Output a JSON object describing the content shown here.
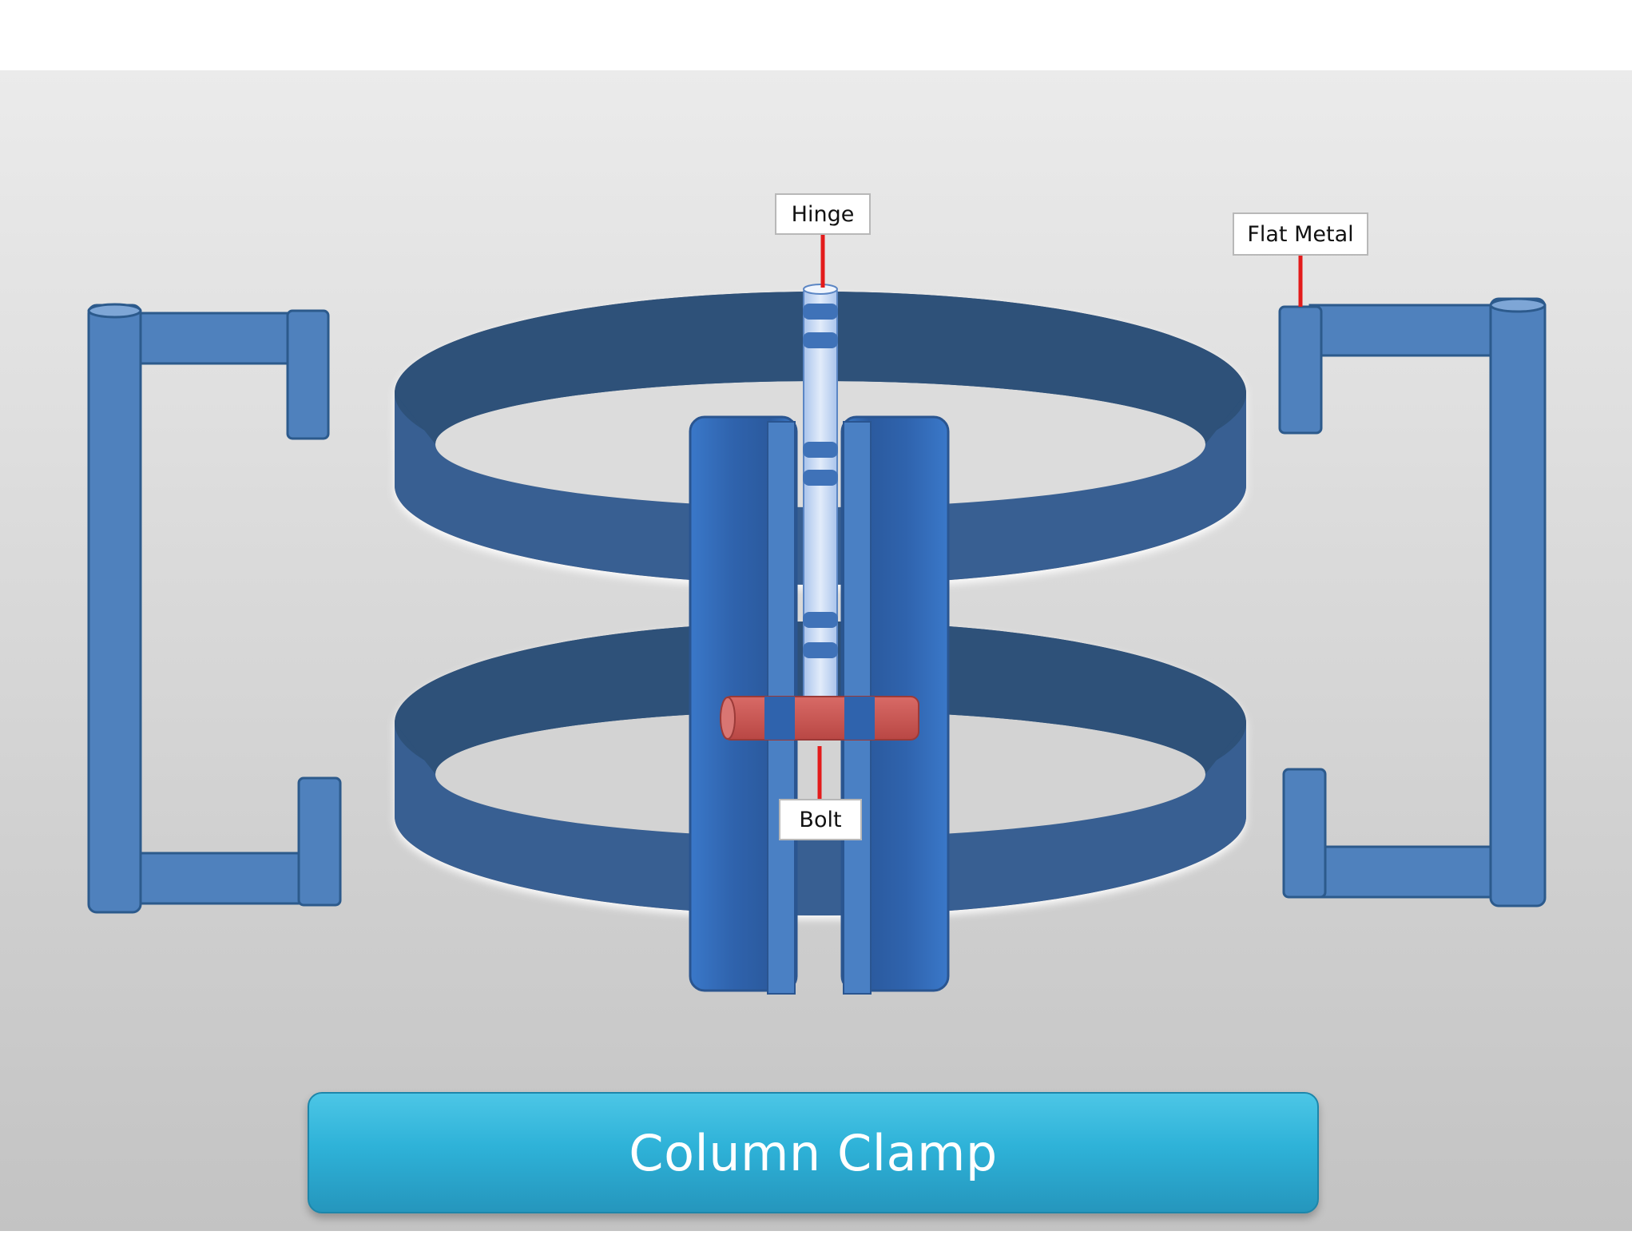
{
  "labels": {
    "hinge": "Hinge",
    "flat_metal": "Flat Metal",
    "bolt": "Bolt"
  },
  "title": "Column Clamp",
  "colors": {
    "band_dark": "#2d5179",
    "band_front": "#375f92",
    "bracket": "#4f81bd",
    "bracket_outline": "#2c5a8c",
    "post": "#3c78c8",
    "hinge_pin": "#c6d9f5",
    "bolt": "#cd5a57",
    "leader_line": "#e31b1b",
    "title_bar": "#31b5dc"
  }
}
